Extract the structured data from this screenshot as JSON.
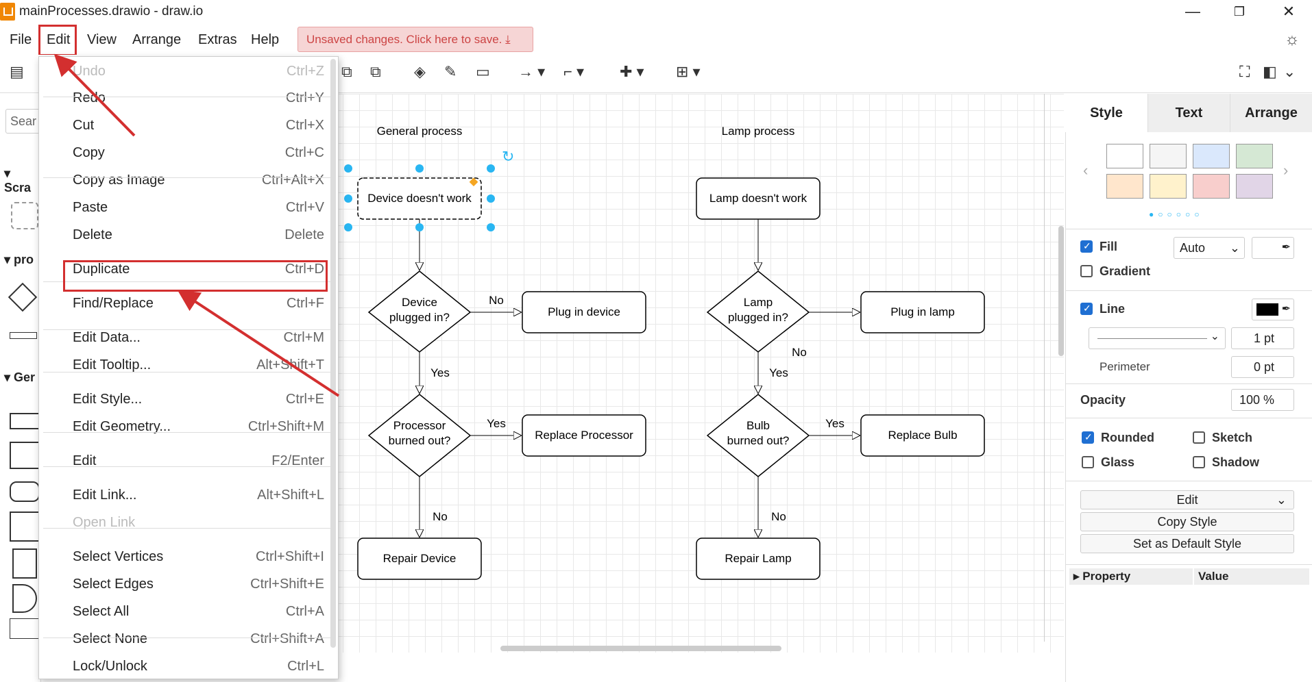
{
  "window": {
    "title": "mainProcesses.drawio - draw.io",
    "minimize": "—",
    "restore": "❐",
    "close": "✕"
  },
  "menubar": {
    "items": [
      "File",
      "Edit",
      "View",
      "Arrange",
      "Extras",
      "Help"
    ],
    "unsaved": "Unsaved changes. Click here to save.",
    "theme_icon": "sun-icon"
  },
  "left": {
    "search_placeholder": "Sear",
    "sections": [
      "Scra",
      "pro",
      "Ger"
    ]
  },
  "edit_menu": [
    {
      "label": "Undo",
      "shortcut": "Ctrl+Z",
      "disabled": true
    },
    {
      "label": "Redo",
      "shortcut": "Ctrl+Y"
    },
    {
      "label": "Cut",
      "shortcut": "Ctrl+X"
    },
    {
      "label": "Copy",
      "shortcut": "Ctrl+C"
    },
    {
      "label": "Copy as Image",
      "shortcut": "Ctrl+Alt+X"
    },
    {
      "label": "Paste",
      "shortcut": "Ctrl+V"
    },
    {
      "label": "Delete",
      "shortcut": "Delete"
    },
    {
      "label": "Duplicate",
      "shortcut": "Ctrl+D"
    },
    {
      "label": "Find/Replace",
      "shortcut": "Ctrl+F"
    },
    {
      "label": "Edit Data...",
      "shortcut": "Ctrl+M"
    },
    {
      "label": "Edit Tooltip...",
      "shortcut": "Alt+Shift+T"
    },
    {
      "label": "Edit Style...",
      "shortcut": "Ctrl+E"
    },
    {
      "label": "Edit Geometry...",
      "shortcut": "Ctrl+Shift+M"
    },
    {
      "label": "Edit",
      "shortcut": "F2/Enter"
    },
    {
      "label": "Edit Link...",
      "shortcut": "Alt+Shift+L"
    },
    {
      "label": "Open Link",
      "shortcut": "",
      "disabled": true
    },
    {
      "label": "Select Vertices",
      "shortcut": "Ctrl+Shift+I"
    },
    {
      "label": "Select Edges",
      "shortcut": "Ctrl+Shift+E"
    },
    {
      "label": "Select All",
      "shortcut": "Ctrl+A"
    },
    {
      "label": "Select None",
      "shortcut": "Ctrl+Shift+A"
    },
    {
      "label": "Lock/Unlock",
      "shortcut": "Ctrl+L"
    }
  ],
  "diagram": {
    "general_title": "General process",
    "lamp_title": "Lamp process",
    "g_start": "Device doesn't work",
    "g_q1a": "Device",
    "g_q1b": "plugged in?",
    "g_plug": "Plug in device",
    "g_q2a": "Processor",
    "g_q2b": "burned out?",
    "g_replace": "Replace Processor",
    "g_repair": "Repair Device",
    "l_start": "Lamp doesn't work",
    "l_q1a": "Lamp",
    "l_q1b": "plugged in?",
    "l_plug": "Plug in lamp",
    "l_q2a": "Bulb",
    "l_q2b": "burned out?",
    "l_replace": "Replace Bulb",
    "l_repair": "Repair Lamp",
    "yes": "Yes",
    "no": "No"
  },
  "format": {
    "tabs": [
      "Style",
      "Text",
      "Arrange"
    ],
    "fill": "Fill",
    "fill_mode": "Auto",
    "gradient": "Gradient",
    "line": "Line",
    "line_width": "1 pt",
    "perimeter": "Perimeter",
    "perimeter_value": "0 pt",
    "opacity": "Opacity",
    "opacity_value": "100 %",
    "rounded": "Rounded",
    "sketch": "Sketch",
    "glass": "Glass",
    "shadow": "Shadow",
    "edit": "Edit",
    "copy_style": "Copy Style",
    "set_default": "Set as Default Style",
    "property": "Property",
    "value": "Value",
    "swatches": [
      "#ffffff",
      "#f5f5f5",
      "#dae8fc",
      "#d5e8d4",
      "#ffe6cc",
      "#fff2cc",
      "#f8cecc",
      "#e1d5e7"
    ]
  }
}
